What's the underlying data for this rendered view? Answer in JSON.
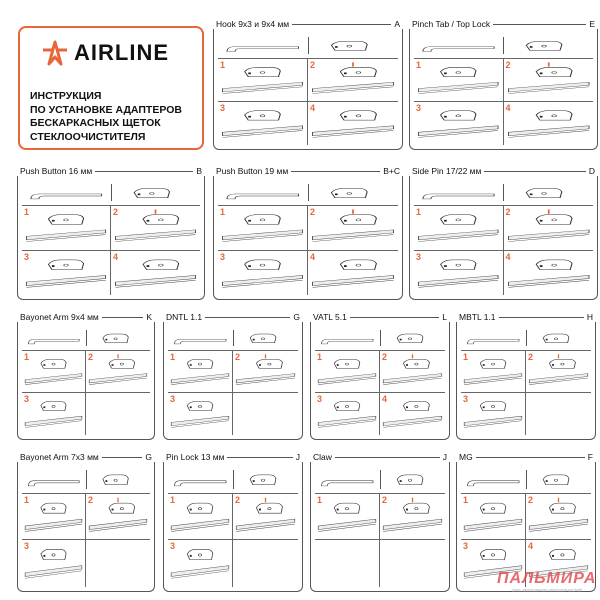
{
  "brand": {
    "logo": "AIRLINE",
    "title_lines": [
      "ИНСТРУКЦИЯ",
      "ПО УСТАНОВКЕ АДАПТЕРОВ",
      "БЕСКАРКАСНЫХ ЩЕТОК",
      "СТЕКЛООЧИСТИТЕЛЯ"
    ],
    "accent": "#e8663a"
  },
  "panels": [
    {
      "name": "Hook 9x3 и 9x4 мм",
      "code": "A",
      "steps": [
        "1",
        "2",
        "3",
        "4"
      ]
    },
    {
      "name": "Pinch Tab / Top Lock",
      "code": "E",
      "steps": [
        "1",
        "2",
        "3",
        "4"
      ]
    },
    {
      "name": "Push Button 16 мм",
      "code": "B",
      "steps": [
        "1",
        "2",
        "3",
        "4"
      ]
    },
    {
      "name": "Push Button 19 мм",
      "code": "B+C",
      "steps": [
        "1",
        "2",
        "3",
        "4"
      ]
    },
    {
      "name": "Side Pin 17/22 мм",
      "code": "D",
      "steps": [
        "1",
        "2",
        "3",
        "4"
      ]
    },
    {
      "name": "Bayonet Arm 9x4 мм",
      "code": "K",
      "steps": [
        "1",
        "2",
        "3"
      ]
    },
    {
      "name": "DNTL 1.1",
      "code": "G",
      "steps": [
        "1",
        "2",
        "3"
      ]
    },
    {
      "name": "VATL 5.1",
      "code": "L",
      "steps": [
        "1",
        "2",
        "3",
        "4"
      ]
    },
    {
      "name": "MBTL 1.1",
      "code": "H",
      "steps": [
        "1",
        "2",
        "3"
      ]
    },
    {
      "name": "Bayonet Arm 7x3 мм",
      "code": "G",
      "steps": [
        "1",
        "2",
        "3"
      ]
    },
    {
      "name": "Pin Lock 13 мм",
      "code": "J",
      "steps": [
        "1",
        "2",
        "3"
      ]
    },
    {
      "name": "Claw",
      "code": "J",
      "steps": [
        "1",
        "2"
      ]
    },
    {
      "name": "MG",
      "code": "F",
      "steps": [
        "1",
        "2",
        "3",
        "4"
      ]
    }
  ],
  "watermark": {
    "name": "ПАЛЬМИРА",
    "tagline": "сеть магазинов автозапчастей"
  }
}
